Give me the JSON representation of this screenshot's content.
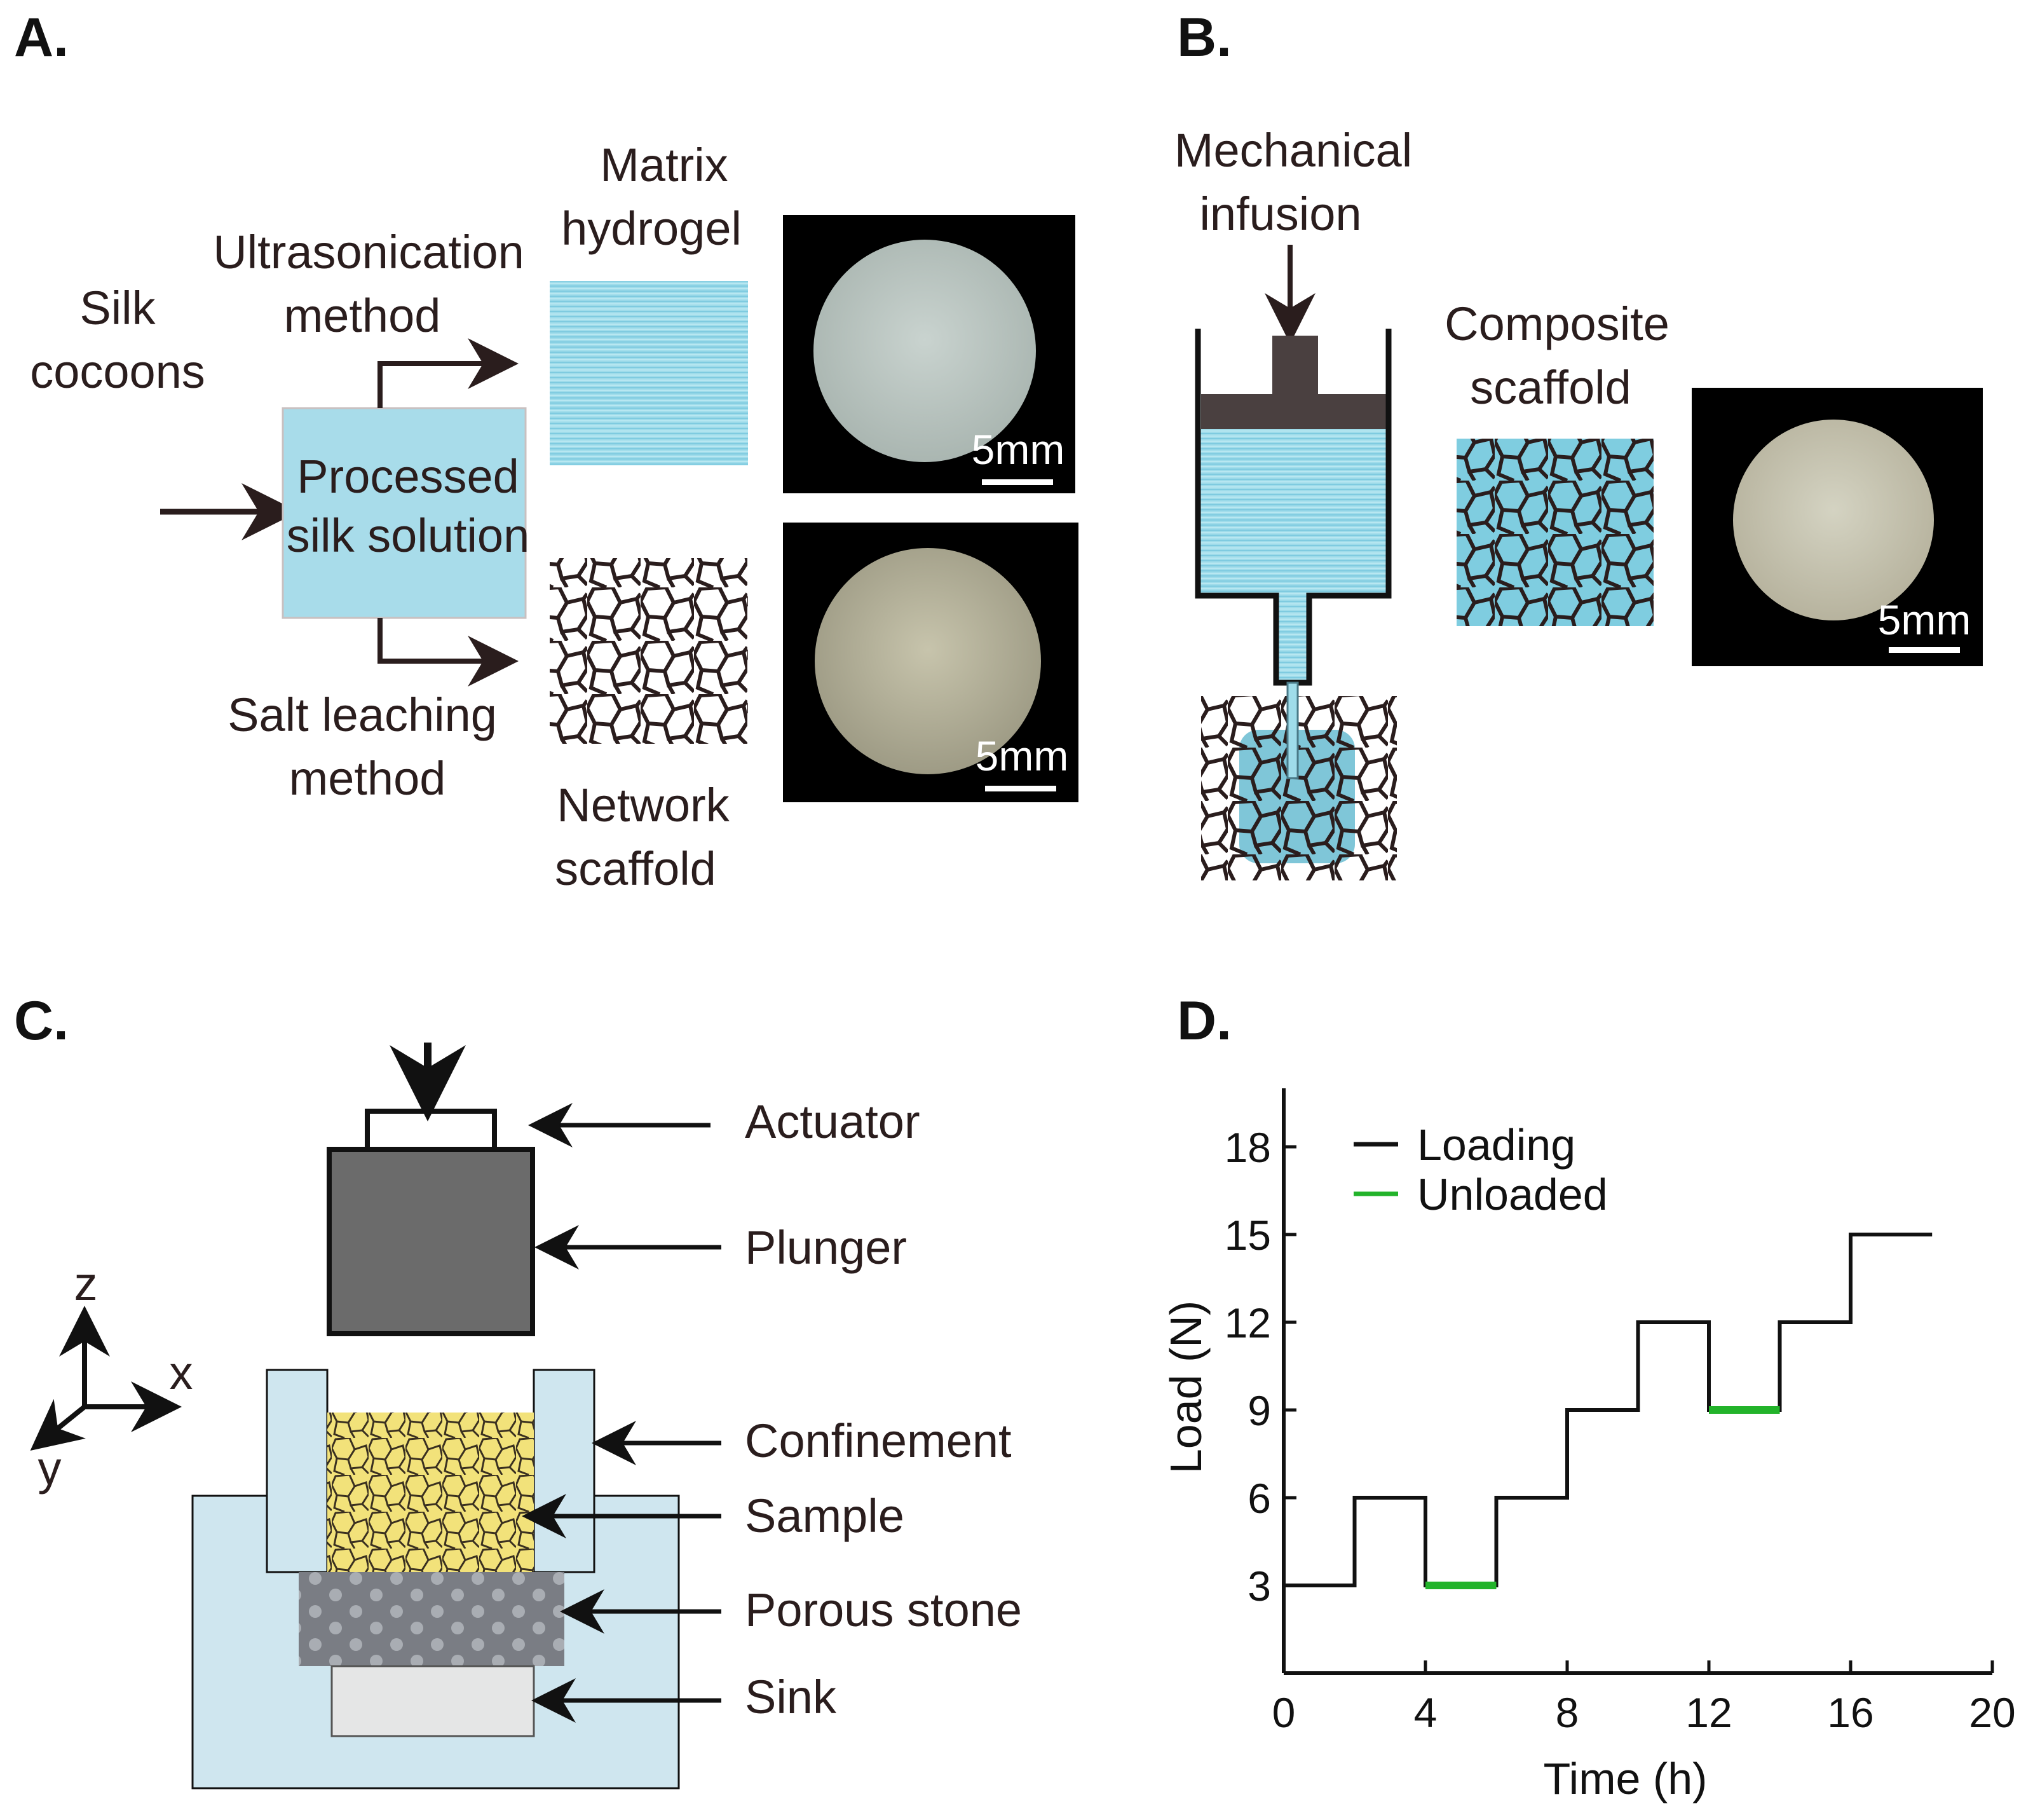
{
  "panels": {
    "a": {
      "letter": "A.",
      "silk_cocoons": [
        "Silk",
        "cocoons"
      ],
      "processed": [
        "Processed",
        "silk solution"
      ],
      "ultrasonication": [
        "Ultrasonication",
        "method"
      ],
      "salt_leaching": [
        "Salt leaching",
        "method"
      ],
      "matrix": [
        "Matrix",
        "hydrogel"
      ],
      "network": [
        "Network",
        "scaffold"
      ],
      "scale_top": "5mm",
      "scale_bottom": "5mm"
    },
    "b": {
      "letter": "B.",
      "mechanical": [
        "Mechanical",
        "infusion"
      ],
      "composite": [
        "Composite",
        "scaffold"
      ],
      "scale": "5mm"
    },
    "c": {
      "letter": "C.",
      "labels": [
        "Actuator",
        "Plunger",
        "Confinement",
        "Sample",
        "Porous stone",
        "Sink"
      ],
      "axes": [
        "z",
        "x",
        "y"
      ]
    },
    "d": {
      "letter": "D."
    }
  },
  "colors": {
    "hydrogel": "#9fdcea",
    "solution": "#a8dcea",
    "confinement": "#cfe6ef",
    "plunger": "#6b6b6b",
    "sample": "#f2e27a",
    "stone": "#7a7d84",
    "sink": "#e5e6e6",
    "loading": "#111111",
    "unloaded": "#22b32a"
  },
  "chart_data": {
    "type": "line",
    "xlabel": "Time (h)",
    "ylabel": "Load (N)",
    "xlim": [
      0,
      20
    ],
    "ylim": [
      0,
      20
    ],
    "xticks": [
      0,
      4,
      8,
      12,
      16,
      20
    ],
    "yticks": [
      3,
      6,
      9,
      12,
      15,
      18
    ],
    "legend_position": "top-left",
    "series": [
      {
        "name": "Loading",
        "color": "#111111",
        "x": [
          0,
          2,
          2,
          4,
          4,
          6,
          6,
          8,
          8,
          10,
          10,
          12,
          12,
          14,
          14,
          16,
          16,
          18.3
        ],
        "y": [
          3,
          3,
          6,
          6,
          3,
          3,
          6,
          6,
          9,
          9,
          12,
          12,
          9,
          9,
          12,
          12,
          15,
          15
        ]
      },
      {
        "name": "Unloaded",
        "color": "#22b32a",
        "segments": [
          {
            "x": [
              4,
              6
            ],
            "y": [
              3,
              3
            ]
          },
          {
            "x": [
              12,
              14
            ],
            "y": [
              9,
              9
            ]
          }
        ]
      }
    ]
  }
}
